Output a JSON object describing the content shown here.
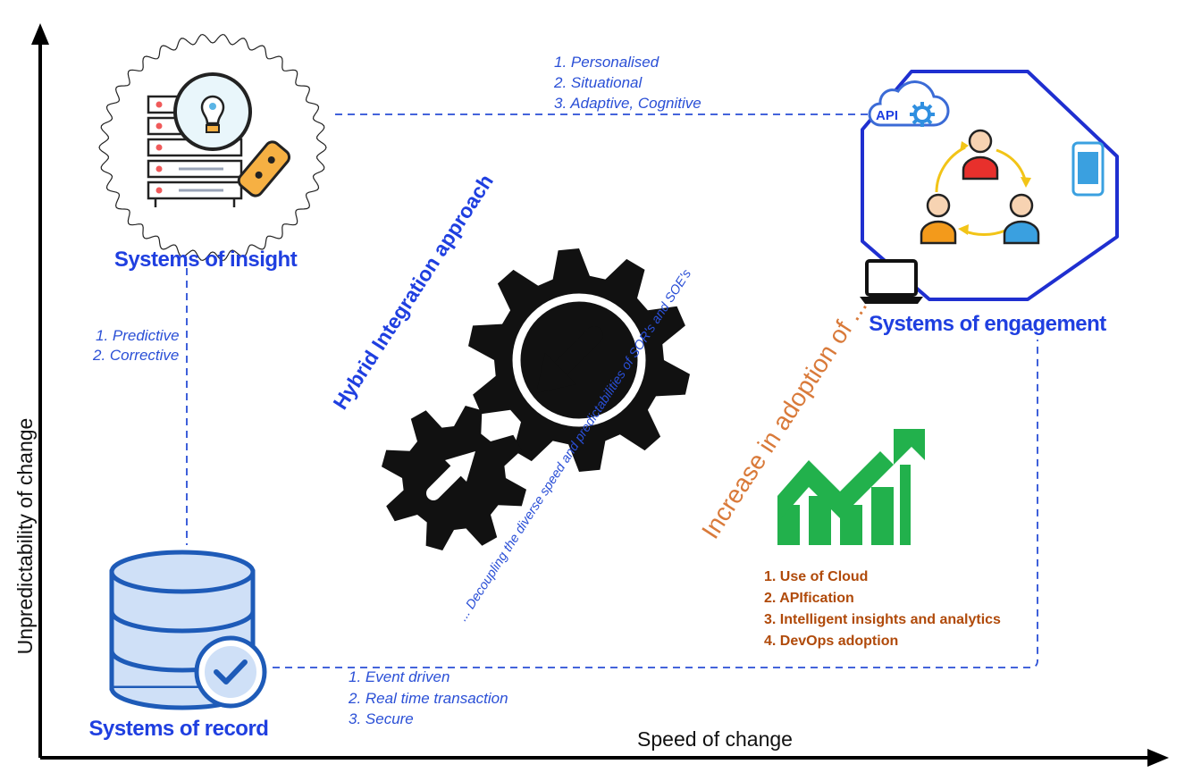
{
  "axes": {
    "x_label": "Speed of change",
    "y_label": "Unpredictability of change"
  },
  "systems": {
    "insight": {
      "title": "Systems of insight",
      "traits": [
        "1. Predictive",
        "2. Corrective"
      ]
    },
    "engagement": {
      "title": "Systems of engagement",
      "traits": [
        "1. Personalised",
        "2. Situational",
        "3. Adaptive, Cognitive"
      ],
      "api_label": "API"
    },
    "record": {
      "title": "Systems of record",
      "traits": [
        "1. Event driven",
        "2. Real time transaction",
        "3. Secure"
      ]
    }
  },
  "integration": {
    "title": "Hybrid Integration approach",
    "subtitle": "... Decoupling the diverse speed and predictabilities of SOR's and SOE's"
  },
  "adoption": {
    "heading": "Increase in adoption of ...",
    "items": [
      "1. Use of Cloud",
      "2. APIfication",
      "3. Intelligent insights and analytics",
      "4. DevOps adoption"
    ]
  },
  "colors": {
    "accent_blue": "#1f3fe0",
    "gear": "#111111",
    "growth_green": "#22b14c",
    "adoption_orange": "#b04a0a",
    "heading_orange": "#d97a3a"
  }
}
